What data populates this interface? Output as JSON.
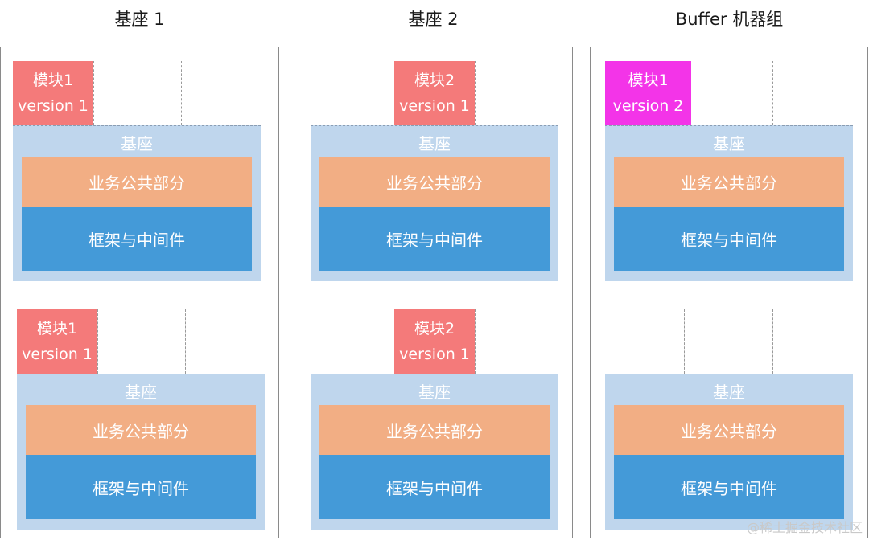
{
  "columns": [
    {
      "title": "基座 1",
      "slots": [
        {
          "module": {
            "name": "模块1",
            "version": "version 1"
          },
          "base": "基座",
          "business": "业务公共部分",
          "framework": "框架与中间件"
        },
        {
          "module": {
            "name": "模块1",
            "version": "version 1"
          },
          "base": "基座",
          "business": "业务公共部分",
          "framework": "框架与中间件"
        }
      ]
    },
    {
      "title": "基座 2",
      "slots": [
        {
          "module": {
            "name": "模块2",
            "version": "version 1"
          },
          "base": "基座",
          "business": "业务公共部分",
          "framework": "框架与中间件"
        },
        {
          "module": {
            "name": "模块2",
            "version": "version 1"
          },
          "base": "基座",
          "business": "业务公共部分",
          "framework": "框架与中间件"
        }
      ]
    },
    {
      "title": "Buffer 机器组",
      "slots": [
        {
          "module": {
            "name": "模块1",
            "version": "version 2"
          },
          "base": "基座",
          "business": "业务公共部分",
          "framework": "框架与中间件"
        },
        {
          "module": null,
          "base": "基座",
          "business": "业务公共部分",
          "framework": "框架与中间件"
        }
      ]
    }
  ],
  "colors": {
    "module_default": "#f47a7a",
    "module_new_version": "#f334e8",
    "base": "#bfd6ed",
    "business": "#f2ae84",
    "framework": "#449ad8"
  },
  "watermark": "@稀土掘金技术社区"
}
